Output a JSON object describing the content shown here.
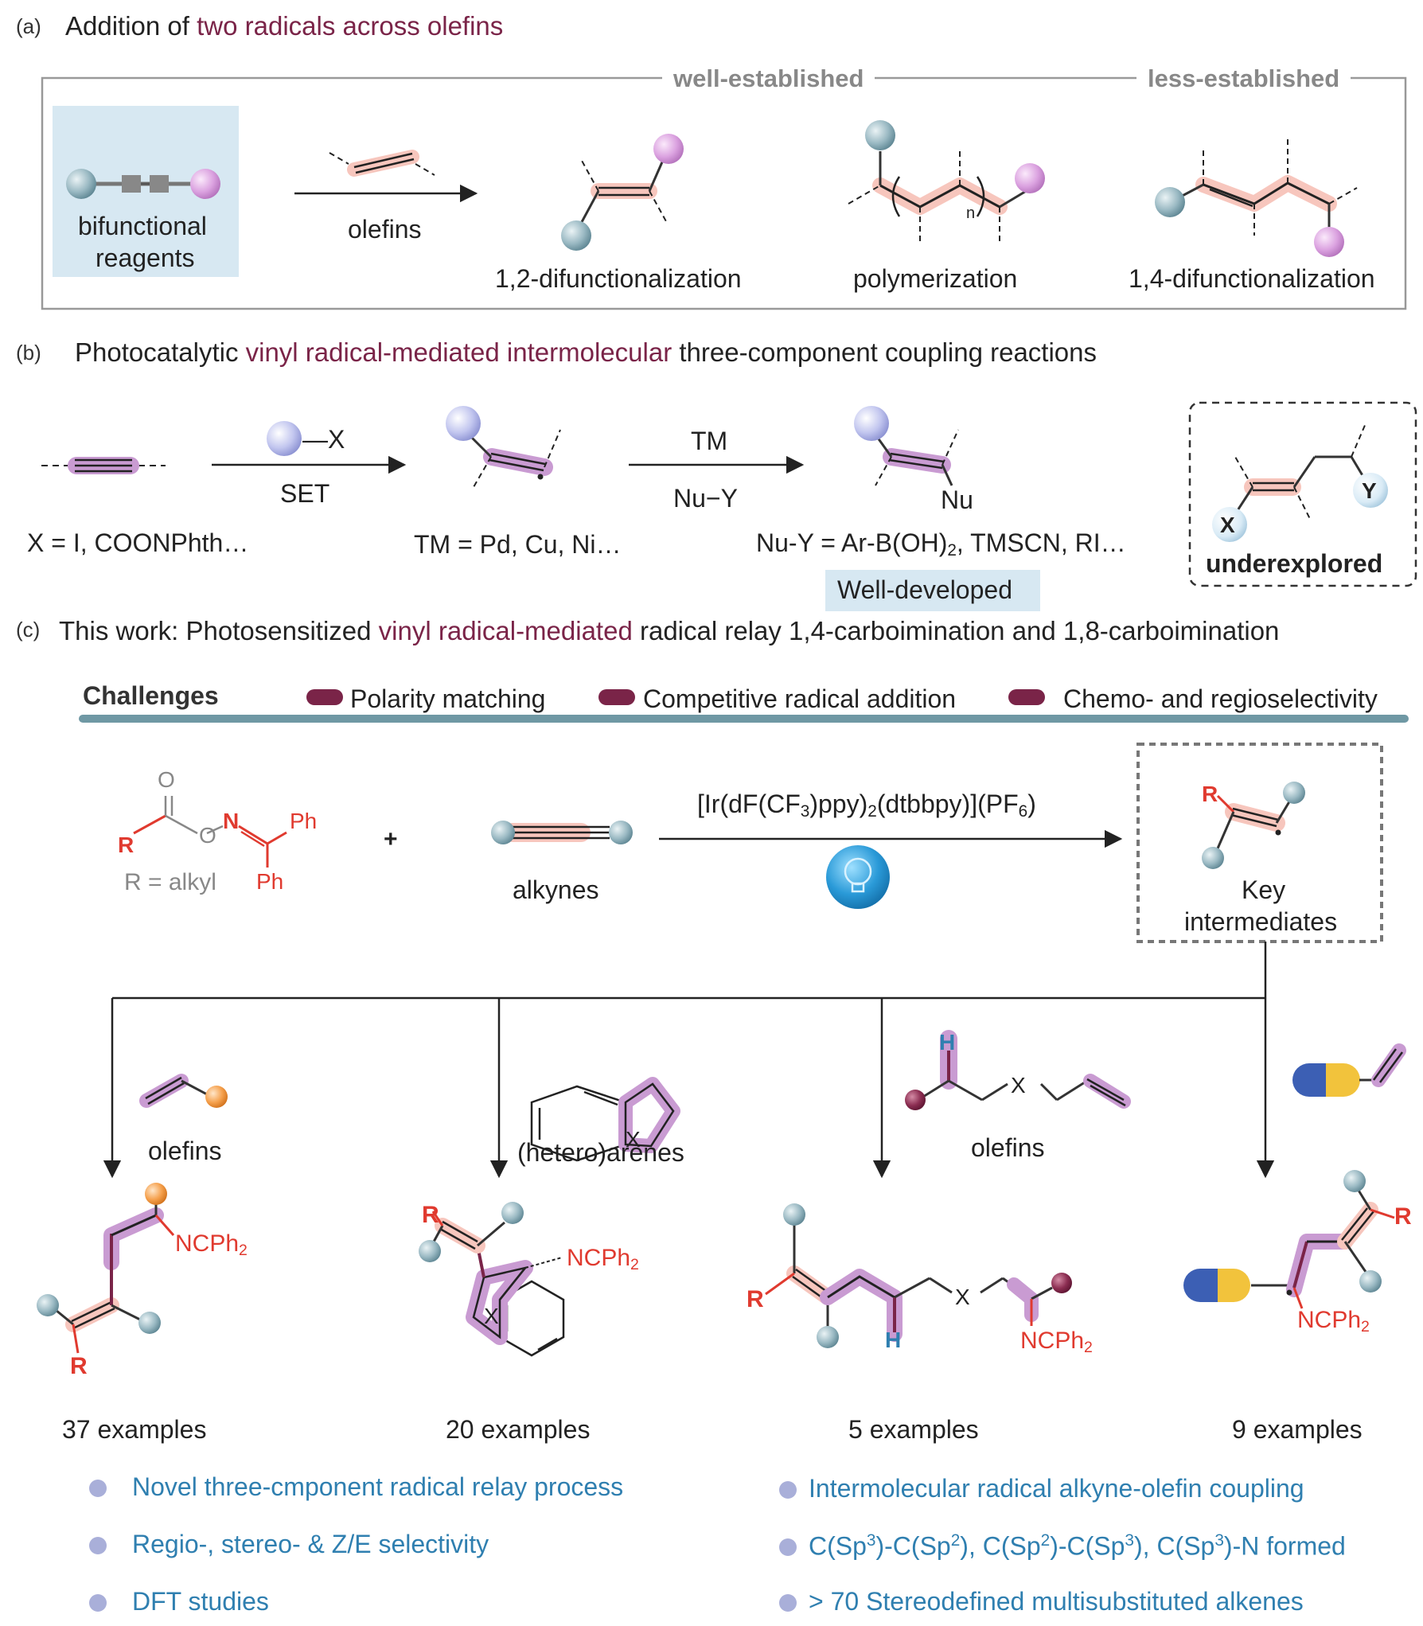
{
  "panel_a": {
    "label": "(a)",
    "title_pre": "Addition of ",
    "title_highlight": "two radicals across olefins",
    "well_established": "well-established",
    "less_established": "less-established",
    "reagent_label_line1": "bifunctional",
    "reagent_label_line2": "reagents",
    "arrow_label": "olefins",
    "product1": "1,2-difunctionalization",
    "product2": "polymerization",
    "product2_n": "n",
    "product3": "1,4-difunctionalization"
  },
  "panel_b": {
    "label": "(b)",
    "title_pre": "Photocatalytic ",
    "title_highlight": "vinyl radical-mediated intermolecular",
    "title_post": " three-component coupling reactions",
    "reagent_x": "—X",
    "arrow1_below": "SET",
    "x_def": "X = I, COONPhth…",
    "arrow2_above": "TM",
    "arrow2_below": "Nu−Y",
    "tm_def": "TM = Pd, Cu, Ni…",
    "nu_label": "Nu",
    "nu_def_pre": "Nu-Y =  Ar-B(OH)",
    "nu_def_sub": "2",
    "nu_def_post": ", TMSCN, RI…",
    "well_developed": "Well-developed",
    "box_x": "X",
    "box_y": "Y",
    "underexplored": "underexplored"
  },
  "panel_c": {
    "label": "(c)",
    "title_pre": "This work: Photosensitized ",
    "title_highlight": "vinyl radical-mediated",
    "title_post": " radical relay 1,4-carboimination and 1,8-carboimination",
    "challenges": "Challenges",
    "challenge_items": [
      "Polarity matching",
      "Competitive radical addition",
      "Chemo- and regioselectivity"
    ],
    "reagent_o": "O",
    "reagent_o2": "O",
    "reagent_n": "N",
    "reagent_ph1": "Ph",
    "reagent_ph2": "Ph",
    "reagent_r": "R",
    "reagent_r_def": "R = alkyl",
    "plus": "+",
    "alkynes": "alkynes",
    "catalyst_pre": "[Ir(dF(CF",
    "catalyst_sub1": "3",
    "catalyst_mid": ")ppy)",
    "catalyst_sub2": "2",
    "catalyst_post": "(dtbbpy)](PF",
    "catalyst_sub3": "6",
    "catalyst_end": ")",
    "key_r": "R",
    "key_line1": "Key",
    "key_line2": "intermediates",
    "branch1_reagent": "olefins",
    "branch2_reagent": "(hetero)arenes",
    "branch3_reagent": "olefins",
    "branch3_h": "H",
    "branch3_x": "X",
    "branch2_x": "X",
    "prod1_n": "NCPh",
    "prod1_n_sub": "2",
    "prod1_r": "R",
    "prod2_r": "R",
    "prod2_n": "NCPh",
    "prod2_n_sub": "2",
    "prod2_x": "X",
    "prod3_r": "R",
    "prod3_h": "H",
    "prod3_x": "X",
    "prod3_n": "NCPh",
    "prod3_n_sub": "2",
    "prod4_r": "R",
    "prod4_n": "NCPh",
    "prod4_n_sub": "2",
    "examples": [
      "37 examples",
      "20 examples",
      "5 examples",
      "9 examples"
    ],
    "bullets_left": [
      "Novel three-cmponent radical relay process",
      "Regio-, stereo- & Z/E selectivity",
      "DFT studies"
    ],
    "bullet_right1": "Intermolecular radical alkyne-olefin coupling",
    "bullet_right2_parts": [
      "C(Sp",
      "3",
      ")-C(Sp",
      "2",
      "), C(Sp",
      "2",
      ")-C(Sp",
      "3",
      "), C(Sp",
      "3",
      ")-N formed"
    ],
    "bullet_right3": "> 70 Stereodefined multisubstituted alkenes"
  },
  "colors": {
    "plum": "#7a2448",
    "pink_highlight": "#f7c6bd",
    "purple_highlight": "#c99bd2",
    "light_blue_box": "#d7e8f2",
    "blue_text": "#2f7fb0",
    "red_text": "#e03a2f",
    "teal_bar": "#6f98a4",
    "bullet": "#a9afd9"
  }
}
